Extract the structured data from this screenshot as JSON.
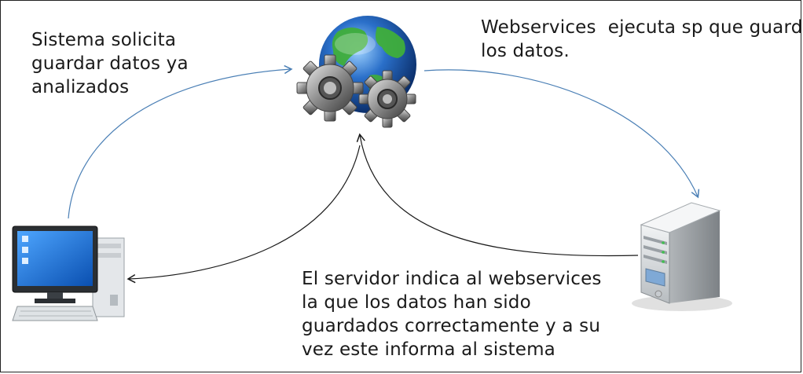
{
  "diagram": {
    "client_label_lines": [
      "Sistema solicita",
      "guardar datos ya",
      "analizados"
    ],
    "webservice_label_lines": [
      "Webservices  ejecuta sp que guarda",
      "los datos."
    ],
    "server_label_lines": [
      "El servidor indica al webservices",
      "la que los datos han sido",
      "guardados correctamente y a su",
      "vez este informa al sistema"
    ],
    "nodes": [
      {
        "name": "client-computer",
        "icon": "desktop-computer-icon"
      },
      {
        "name": "webservice",
        "icon": "globe-gears-icon"
      },
      {
        "name": "database-server",
        "icon": "server-tower-icon"
      }
    ],
    "colors": {
      "arrow_blue": "#4a7fb5",
      "arrow_dark": "#1a1a1a",
      "globe_blue": "#2a6fc9",
      "land_green": "#3fae3a",
      "gear_gray": "#8a8a8a"
    }
  }
}
